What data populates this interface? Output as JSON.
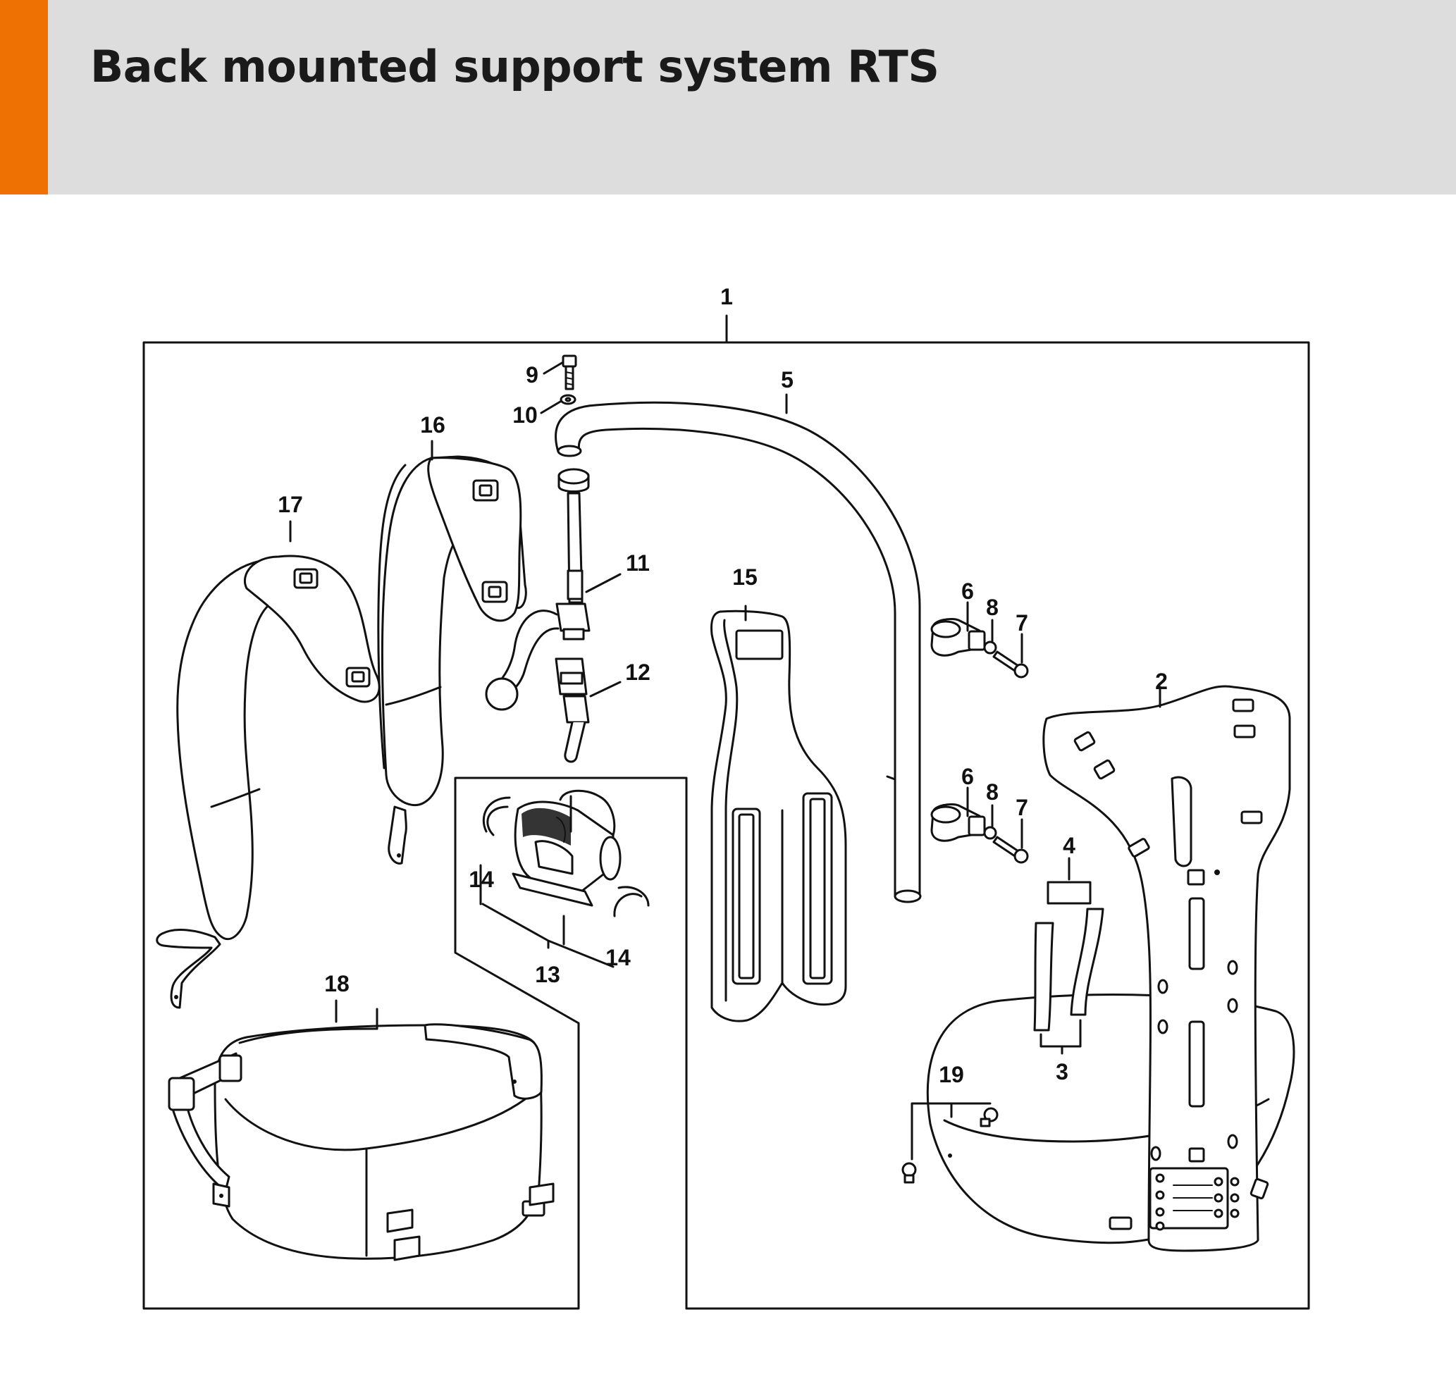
{
  "page": {
    "title": "Back mounted support system RTS",
    "accent_color": "#ee7203",
    "header_color": "#dcdddc"
  },
  "diagram": {
    "callouts": [
      {
        "id": "c1",
        "label": "1"
      },
      {
        "id": "c2",
        "label": "2"
      },
      {
        "id": "c3",
        "label": "3"
      },
      {
        "id": "c4",
        "label": "4"
      },
      {
        "id": "c5",
        "label": "5"
      },
      {
        "id": "c6a",
        "label": "6"
      },
      {
        "id": "c6b",
        "label": "6"
      },
      {
        "id": "c7a",
        "label": "7"
      },
      {
        "id": "c7b",
        "label": "7"
      },
      {
        "id": "c8a",
        "label": "8"
      },
      {
        "id": "c8b",
        "label": "8"
      },
      {
        "id": "c9",
        "label": "9"
      },
      {
        "id": "c10",
        "label": "10"
      },
      {
        "id": "c11",
        "label": "11"
      },
      {
        "id": "c12",
        "label": "12"
      },
      {
        "id": "c13",
        "label": "13"
      },
      {
        "id": "c14a",
        "label": "14"
      },
      {
        "id": "c14b",
        "label": "14"
      },
      {
        "id": "c15",
        "label": "15"
      },
      {
        "id": "c16",
        "label": "16"
      },
      {
        "id": "c17",
        "label": "17"
      },
      {
        "id": "c18",
        "label": "18"
      },
      {
        "id": "c19",
        "label": "19"
      }
    ]
  }
}
